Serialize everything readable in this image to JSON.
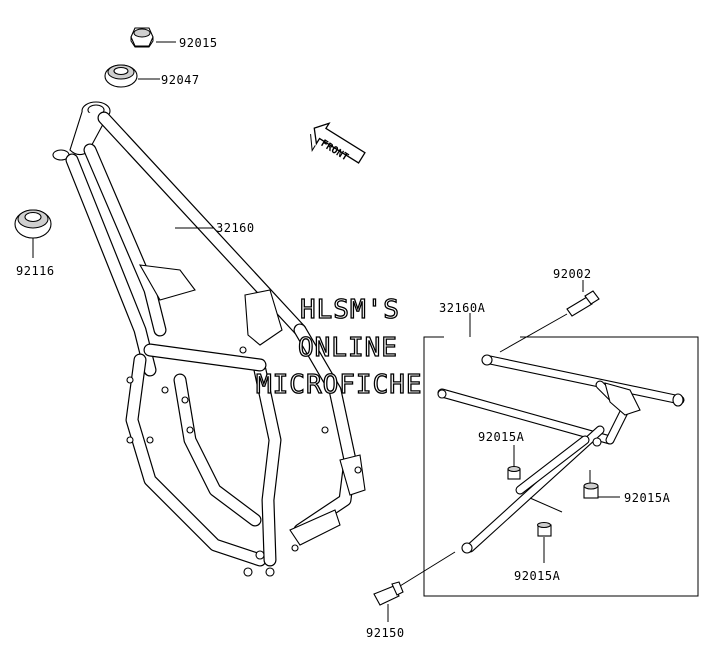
{
  "watermark": {
    "line1": "HLSM'S",
    "line2": "ONLINE",
    "line3": "MICROFICHE"
  },
  "direction_arrow": {
    "label": "FRONT",
    "icon": "front-arrow-icon"
  },
  "parts": {
    "nut_top": "92015",
    "seal_top": "92047",
    "seal_left": "92116",
    "main_frame": "32160",
    "subframe": "32160A",
    "bolt_upper": "92002",
    "bolt_center": "92015A",
    "bolt_right": "92015A",
    "bolt_lower": "92015A",
    "bolt_bottom": "92150"
  },
  "colors": {
    "line": "#000000",
    "background": "#ffffff",
    "shade": "#cfcfcf"
  }
}
